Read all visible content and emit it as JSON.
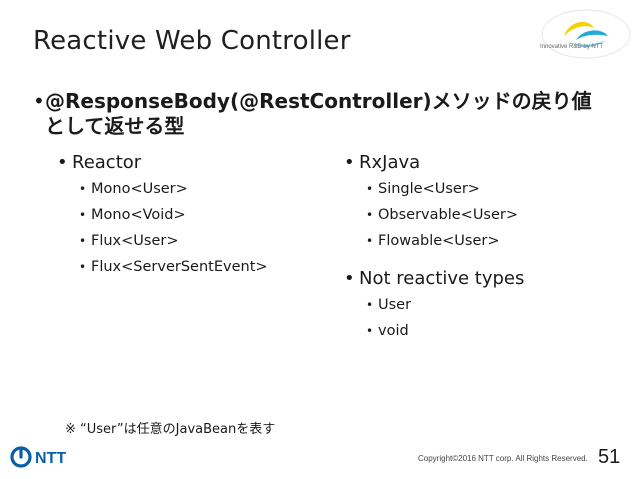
{
  "slide": {
    "title": "Reactive Web Controller",
    "main_bullet": "@ResponseBody(@RestController)メソッドの戻り値として返せる型",
    "left_column": {
      "heading": "Reactor",
      "items": [
        "Mono<User>",
        "Mono<Void>",
        "Flux<User>",
        "Flux<ServerSentEvent>"
      ]
    },
    "right_column": {
      "heading": "RxJava",
      "items": [
        "Single<User>",
        "Observable<User>",
        "Flowable<User>"
      ],
      "heading2": "Not reactive types",
      "items2": [
        "User",
        "void"
      ]
    },
    "note": "※ “User”は任意のJavaBeanを表す"
  },
  "bullets": {
    "main": "•",
    "sub": "•"
  },
  "footer": {
    "copyright": "Copyright©2016  NTT corp. All Rights Reserved.",
    "page_number": "51",
    "logo_text": "NTT",
    "badge_caption": "Innovative R&D by NTT"
  },
  "colors": {
    "ntt_blue": "#0b5fa5",
    "badge_yellow": "#f2d200",
    "badge_cyan": "#22a9d9"
  },
  "icons": {
    "ntt_logo": "ntt-logo-icon",
    "badge": "innovative-rd-badge-icon"
  }
}
